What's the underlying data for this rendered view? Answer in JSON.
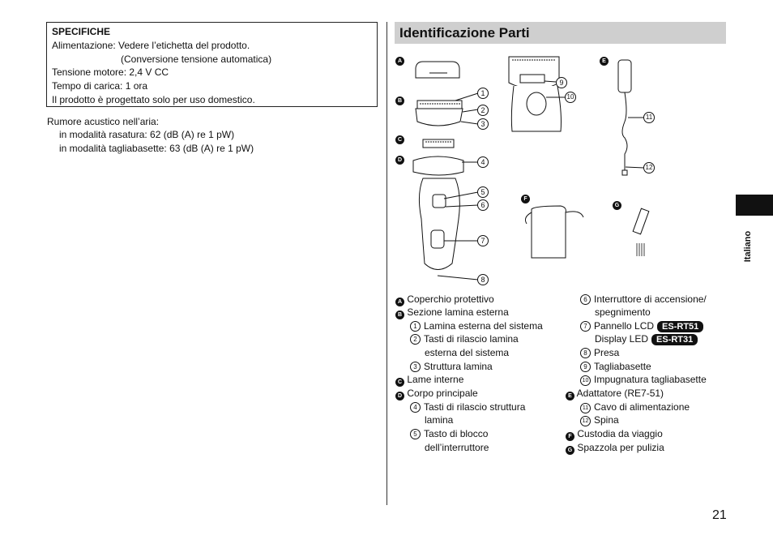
{
  "specs": {
    "heading": "SPECIFICHE",
    "lines": [
      "Alimentazione: Vedere l’etichetta del prodotto.",
      "(Conversione tensione automatica)",
      "Tensione motore: 2,4 V CC",
      "Tempo di carica: 1 ora",
      "Il prodotto è progettato solo per uso domestico."
    ]
  },
  "noise": {
    "label": "Rumore acustico nell’aria:",
    "lines": [
      "in modalità rasatura: 62 (dB (A) re 1 pW)",
      "in modalità tagliabasette: 63 (dB (A) re 1 pW)"
    ]
  },
  "section": {
    "title": "Identificazione Parti"
  },
  "figure": {
    "letters": [
      "A",
      "B",
      "C",
      "D",
      "E",
      "F",
      "G"
    ],
    "callouts": [
      "1",
      "2",
      "3",
      "4",
      "5",
      "6",
      "7",
      "8",
      "9",
      "10",
      "11",
      "12"
    ]
  },
  "parts_left": [
    {
      "badge": "A",
      "text": "Coperchio protettivo"
    },
    {
      "badge": "B",
      "text": "Sezione lamina esterna"
    },
    {
      "num": "1",
      "text": "Lamina esterna del sistema"
    },
    {
      "num": "2",
      "text": "Tasti di rilascio lamina"
    },
    {
      "cont": true,
      "text": "esterna del sistema"
    },
    {
      "num": "3",
      "text": "Struttura lamina"
    },
    {
      "badge": "C",
      "text": "Lame interne"
    },
    {
      "badge": "D",
      "text": "Corpo principale"
    },
    {
      "num": "4",
      "text": "Tasti di rilascio struttura"
    },
    {
      "cont": true,
      "text": "lamina"
    },
    {
      "num": "5",
      "text": "Tasto di blocco"
    },
    {
      "cont": true,
      "text": "dell’interruttore"
    }
  ],
  "parts_right": [
    {
      "num": "6",
      "text": "Interruttore di accensione/"
    },
    {
      "cont": true,
      "text": "spegnimento"
    },
    {
      "num": "7",
      "text": "Pannello LCD",
      "model": "ES-RT51"
    },
    {
      "cont": true,
      "text": "Display LED",
      "model": "ES-RT31"
    },
    {
      "num": "8",
      "text": "Presa"
    },
    {
      "num": "9",
      "text": "Tagliabasette"
    },
    {
      "num": "10",
      "text": "Impugnatura tagliabasette"
    },
    {
      "badge": "E",
      "text": "Adattatore (RE7-51)"
    },
    {
      "num": "11",
      "text": "Cavo di alimentazione"
    },
    {
      "num": "12",
      "text": "Spina"
    },
    {
      "badge": "F",
      "text": "Custodia da viaggio"
    },
    {
      "badge": "G",
      "text": "Spazzola per pulizia"
    }
  ],
  "side_tab": {
    "language": "Italiano"
  },
  "page_number": "21"
}
